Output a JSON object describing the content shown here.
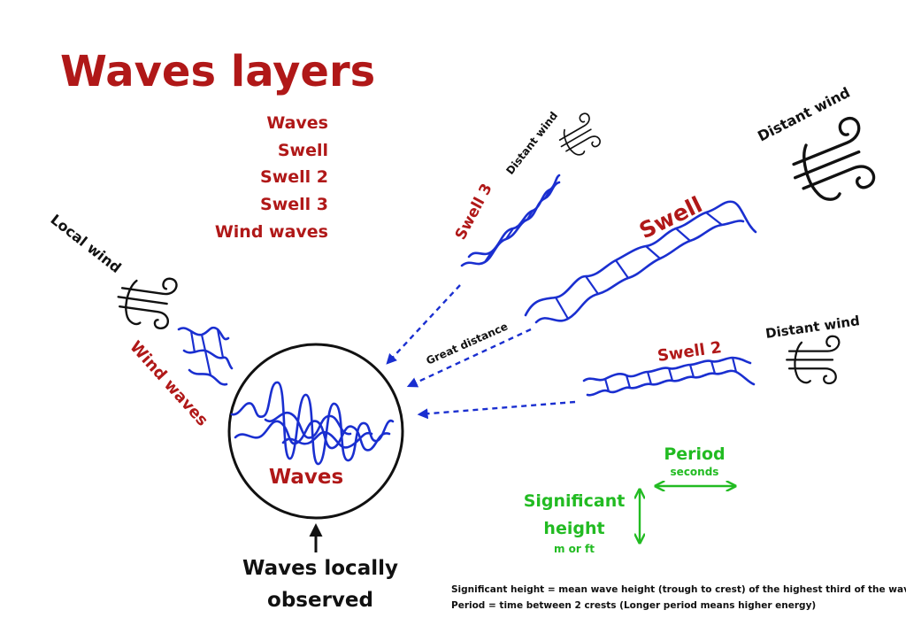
{
  "title": "Waves layers",
  "legend": [
    "Waves",
    "Swell",
    "Swell 2",
    "Swell 3",
    "Wind waves"
  ],
  "labels": {
    "local_wind": "Local wind",
    "wind_waves": "Wind waves",
    "swell3": "Swell 3",
    "distant_wind_small": "Distant wind",
    "swell": "Swell",
    "distant_wind_top": "Distant wind",
    "great_distance": "Great distance",
    "distant_wind_mid": "Distant wind",
    "swell2": "Swell 2",
    "waves_center": "Waves",
    "observed_line1": "Waves locally",
    "observed_line2": "observed"
  },
  "period": {
    "label": "Period",
    "unit": "seconds"
  },
  "height": {
    "label1": "Significant",
    "label2": "height",
    "unit": "m or ft"
  },
  "notes": [
    "Significant height = mean wave height (trough to crest) of the highest third of the waves",
    "Period = time between 2 crests (Longer period means higher energy)"
  ],
  "colors": {
    "title": "#b01818",
    "wave": "#1a2fd0",
    "measure": "#22bb22",
    "wind": "#111111"
  },
  "icons": [
    "wind-icon",
    "circle",
    "arrow"
  ]
}
